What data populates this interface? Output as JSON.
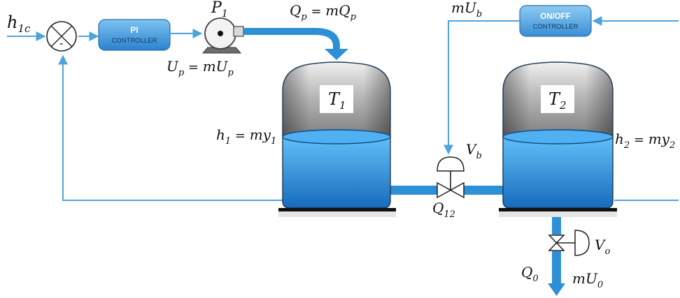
{
  "title": "",
  "colors": {
    "signal_line": "#4ea3de",
    "pipe": "#2d8fd6",
    "tank_water_top": "#59b6f3",
    "tank_water_bottom": "#1b74c6",
    "tank_gas_top": "#e3e3e3",
    "tank_gas_bottom": "#8a8a8a",
    "controller_fill": "#3e97d8",
    "base": "#111111"
  },
  "input": {
    "h1c_main": "h",
    "h1c_sub": "1c",
    "sum_minus": "-"
  },
  "pi_controller": {
    "line1": "PI",
    "line2": "CONTROLLER"
  },
  "pump": {
    "name_main": "P",
    "name_sub": "1",
    "up_lhs_main": "U",
    "up_lhs_sub": "p",
    "up_eq": " = ",
    "up_rhs_main": "mU",
    "up_rhs_sub": "p"
  },
  "flow_qp": {
    "lhs_main": "Q",
    "lhs_sub": "p",
    "eq": " = ",
    "rhs_main": "mQ",
    "rhs_sub": "p"
  },
  "tank1": {
    "label_main": "T",
    "label_sub": "1",
    "level_lhs_main": "h",
    "level_lhs_sub": "1",
    "level_eq": " = ",
    "level_rhs_main": "my",
    "level_rhs_sub": "1"
  },
  "tank2": {
    "label_main": "T",
    "label_sub": "2",
    "level_lhs_main": "h",
    "level_lhs_sub": "2",
    "level_eq": " = ",
    "level_rhs_main": "my",
    "level_rhs_sub": "2"
  },
  "onoff_controller": {
    "line1": "ON/OFF",
    "line2": "CONTROLLER",
    "signal_main": "mU",
    "signal_sub": "b"
  },
  "valve_b": {
    "name_main": "V",
    "name_sub": "b",
    "flow_main": "Q",
    "flow_sub": "12"
  },
  "valve_o": {
    "name_main": "V",
    "name_sub": "o",
    "flow_main": "Q",
    "flow_sub": "0",
    "signal_main": "mU",
    "signal_sub": "0"
  }
}
